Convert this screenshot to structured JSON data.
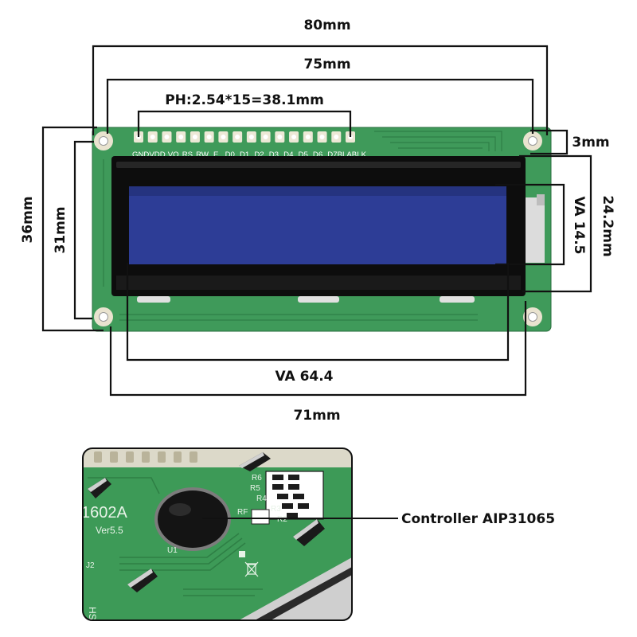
{
  "dimensions": {
    "overall_width": "80mm",
    "hole_spacing_width": "75mm",
    "pin_header": "PH:2.54*15=38.1mm",
    "hole_offset": "3mm",
    "overall_height": "36mm",
    "hole_spacing_height": "31mm",
    "bezel_height": "24.2mm",
    "va_height": "VA 14.5",
    "va_width": "VA 64.4",
    "bezel_width": "71mm"
  },
  "pins": [
    "GND",
    "VDD",
    "VO",
    "RS",
    "RW",
    "E",
    "D0",
    "D1",
    "D2",
    "D3",
    "D4",
    "D5",
    "D6",
    "D7",
    "BLA",
    "BLK"
  ],
  "back_board": {
    "model": "1602A",
    "version": "Ver5.5",
    "resistor_labels": [
      "R6",
      "R5",
      "R4",
      "R3",
      "R2"
    ],
    "rf_label": "RF",
    "u1_label": "U1",
    "j2_label": "J2",
    "corner_label": "HS"
  },
  "callouts": {
    "controller": "Controller AIP31065"
  },
  "colors": {
    "pcb": "#3f9a5a",
    "bezel": "#0d0d0d",
    "lcd_screen": "#2d3d96",
    "dimension_line": "#111111"
  }
}
